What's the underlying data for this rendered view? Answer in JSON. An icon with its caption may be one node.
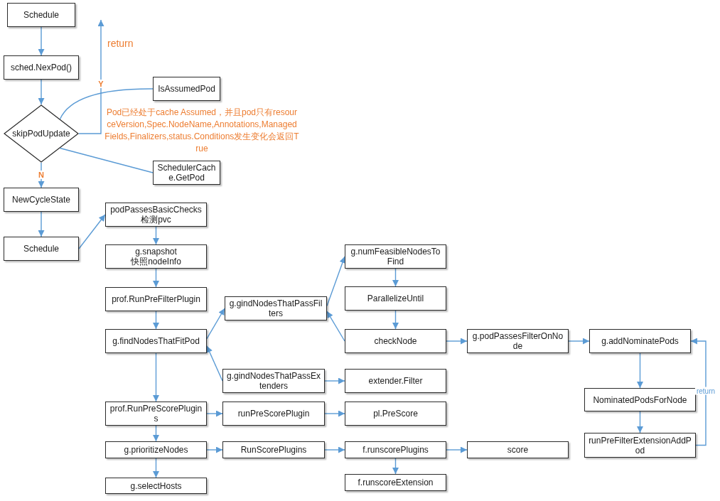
{
  "diagram": {
    "nodes": [
      {
        "text": [
          "Schedule"
        ]
      },
      {
        "text": [
          "sched.NexPod()"
        ]
      },
      {
        "text": [
          "skipPodUpdate"
        ]
      },
      {
        "text": [
          "IsAssumedPod"
        ]
      },
      {
        "text": [
          "SchedulerCache.GetPod"
        ]
      },
      {
        "text": [
          "NewCycleState"
        ]
      },
      {
        "text": [
          "Schedule"
        ]
      },
      {
        "text": [
          "podPassesBasicChecks",
          "检测pvc"
        ]
      },
      {
        "text": [
          "g.snapshot",
          "快照nodeInfo"
        ]
      },
      {
        "text": [
          "prof.RunPreFilterPlugin"
        ]
      },
      {
        "text": [
          "g.findNodesThatFitPod"
        ]
      },
      {
        "text": [
          "g.gindNodesThatPassFilters"
        ]
      },
      {
        "text": [
          "g.gindNodesThatPassExtenders"
        ]
      },
      {
        "text": [
          "g.numFeasibleNodesToFind"
        ]
      },
      {
        "text": [
          "ParallelizeUntil"
        ]
      },
      {
        "text": [
          "checkNode"
        ]
      },
      {
        "text": [
          "extender.Filter"
        ]
      },
      {
        "text": [
          "g.podPassesFilterOnNode"
        ]
      },
      {
        "text": [
          "g.addNominatePods"
        ]
      },
      {
        "text": [
          "prof.RunPreScorePlugins"
        ]
      },
      {
        "text": [
          "runPreScorePlugin"
        ]
      },
      {
        "text": [
          "pl.PreScore"
        ]
      },
      {
        "text": [
          "NominatedPodsForNode"
        ]
      },
      {
        "text": [
          "g.prioritizeNodes"
        ]
      },
      {
        "text": [
          "RunScorePlugins"
        ]
      },
      {
        "text": [
          "f.runscorePlugins"
        ]
      },
      {
        "text": [
          "score"
        ]
      },
      {
        "text": [
          "runPreFilterExtensionAddPod"
        ]
      },
      {
        "text": [
          "g.selectHosts"
        ]
      },
      {
        "text": [
          "f.runscoreExtension"
        ]
      }
    ],
    "edges": [
      {
        "from": 0,
        "to": 1,
        "arrow": "to"
      },
      {
        "from": 1,
        "to": 2,
        "arrow": "to"
      },
      {
        "from": 2,
        "to": null,
        "arrow": "to",
        "label": "Y"
      },
      {
        "from": 2,
        "to": 5,
        "arrow": "to",
        "label": "N"
      },
      {
        "from": 3,
        "to": 2,
        "arrow": "none"
      },
      {
        "from": 4,
        "to": 2,
        "arrow": "none"
      },
      {
        "from": 5,
        "to": 6,
        "arrow": "to"
      },
      {
        "from": 6,
        "to": 7,
        "arrow": "to"
      },
      {
        "from": 7,
        "to": 8,
        "arrow": "to"
      },
      {
        "from": 8,
        "to": 9,
        "arrow": "to"
      },
      {
        "from": 9,
        "to": 10,
        "arrow": "to"
      },
      {
        "from": 10,
        "to": 11,
        "arrow": "to"
      },
      {
        "from": 12,
        "to": 10,
        "arrow": "to"
      },
      {
        "from": 10,
        "to": 19,
        "arrow": "to"
      },
      {
        "from": 19,
        "to": 20,
        "arrow": "to"
      },
      {
        "from": 20,
        "to": 21,
        "arrow": "to"
      },
      {
        "from": 19,
        "to": 23,
        "arrow": "to"
      },
      {
        "from": 23,
        "to": 28,
        "arrow": "to"
      },
      {
        "from": 23,
        "to": 24,
        "arrow": "to"
      },
      {
        "from": 24,
        "to": 25,
        "arrow": "to"
      },
      {
        "from": 25,
        "to": 26,
        "arrow": "to"
      },
      {
        "from": 25,
        "to": 29,
        "arrow": "to"
      },
      {
        "from": 11,
        "to": 13,
        "arrow": "to"
      },
      {
        "from": 13,
        "to": 14,
        "arrow": "to"
      },
      {
        "from": 14,
        "to": 15,
        "arrow": "to"
      },
      {
        "from": 15,
        "to": 11,
        "arrow": "to"
      },
      {
        "from": 12,
        "to": 16,
        "arrow": "to"
      },
      {
        "from": 15,
        "to": 17,
        "arrow": "to"
      },
      {
        "from": 17,
        "to": 18,
        "arrow": "to"
      },
      {
        "from": 18,
        "to": 22,
        "arrow": "to"
      },
      {
        "from": 22,
        "to": 27,
        "arrow": "to"
      },
      {
        "from": 27,
        "to": 18,
        "arrow": "to",
        "label": "return"
      }
    ],
    "labels": [
      "return",
      "Pod已经处于cache Assumed，并且pod只有resourceVersion,Spec.NodeName,Annotations,ManagedFields,Finalizers,status.Conditions发生变化会返回True"
    ]
  }
}
